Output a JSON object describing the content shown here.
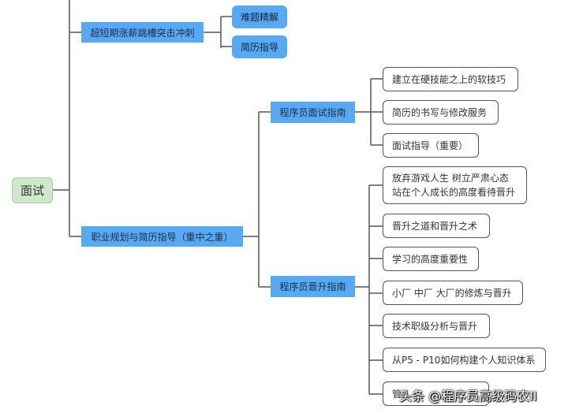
{
  "root": {
    "label": "面试"
  },
  "branches": {
    "sprint": {
      "label": "超短期涨薪跳槽突击冲刺",
      "children": [
        "难题精解",
        "简历指导"
      ]
    },
    "career": {
      "label": "职业规划与简历指导（重中之重）",
      "interview_guide": {
        "label": "程序员面试指南",
        "children": [
          "建立在硬技能之上的软技巧",
          "简历的书写与修改服务",
          "面试指导（重要）"
        ]
      },
      "promotion_guide": {
        "label": "程序员晋升指南",
        "children": [
          [
            "放弃游戏人生 树立严肃心态",
            "站在个人成长的高度看待晋升"
          ],
          "晋升之道和晋升之术",
          "学习的高度重要性",
          "小厂 中厂 大厂的修炼与晋升",
          "技术职级分析与晋升",
          "从P5 - P10如何构建个人知识体系",
          "管"
        ]
      }
    }
  },
  "watermark": "头条 @程序员高级码农II",
  "colors": {
    "root_fill": "#cfe8cc",
    "branch_fill": "#58a9f4",
    "leaf_border": "#555555",
    "connector": "#555555"
  }
}
